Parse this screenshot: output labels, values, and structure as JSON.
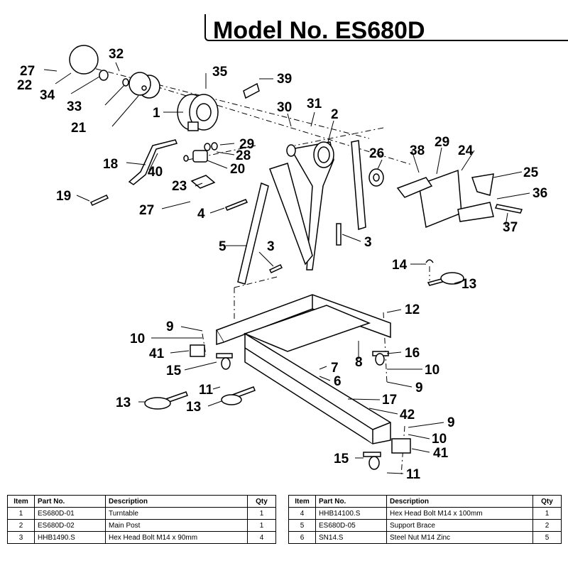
{
  "header": {
    "title": "Model No. ES680D"
  },
  "callouts": [
    {
      "label": "27"
    },
    {
      "label": "22"
    },
    {
      "label": "34"
    },
    {
      "label": "32"
    },
    {
      "label": "33"
    },
    {
      "label": "21"
    },
    {
      "label": "1"
    },
    {
      "label": "35"
    },
    {
      "label": "39"
    },
    {
      "label": "30"
    },
    {
      "label": "31"
    },
    {
      "label": "2"
    },
    {
      "label": "18"
    },
    {
      "label": "40"
    },
    {
      "label": "29"
    },
    {
      "label": "28"
    },
    {
      "label": "20"
    },
    {
      "label": "26"
    },
    {
      "label": "38"
    },
    {
      "label": "29"
    },
    {
      "label": "24"
    },
    {
      "label": "25"
    },
    {
      "label": "36"
    },
    {
      "label": "37"
    },
    {
      "label": "19"
    },
    {
      "label": "23"
    },
    {
      "label": "27"
    },
    {
      "label": "4"
    },
    {
      "label": "3"
    },
    {
      "label": "5"
    },
    {
      "label": "3"
    },
    {
      "label": "14"
    },
    {
      "label": "13"
    },
    {
      "label": "12"
    },
    {
      "label": "9"
    },
    {
      "label": "10"
    },
    {
      "label": "41"
    },
    {
      "label": "15"
    },
    {
      "label": "16"
    },
    {
      "label": "7"
    },
    {
      "label": "8"
    },
    {
      "label": "10"
    },
    {
      "label": "6"
    },
    {
      "label": "9"
    },
    {
      "label": "11"
    },
    {
      "label": "13"
    },
    {
      "label": "13"
    },
    {
      "label": "17"
    },
    {
      "label": "42"
    },
    {
      "label": "9"
    },
    {
      "label": "10"
    },
    {
      "label": "15"
    },
    {
      "label": "41"
    },
    {
      "label": "11"
    }
  ],
  "parts_table": {
    "headers": {
      "item": "Item",
      "part_no": "Part No.",
      "description": "Description",
      "qty": "Qty"
    },
    "left_rows": [
      {
        "item": "1",
        "part_no": "ES680D-01",
        "description": "Turntable",
        "qty": "1"
      },
      {
        "item": "2",
        "part_no": "ES680D-02",
        "description": "Main Post",
        "qty": "1"
      },
      {
        "item": "3",
        "part_no": "HHB1490.S",
        "description": "Hex Head Bolt M14 x 90mm",
        "qty": "4"
      }
    ],
    "right_rows": [
      {
        "item": "4",
        "part_no": "HHB14100.S",
        "description": "Hex Head Bolt M14 x 100mm",
        "qty": "1"
      },
      {
        "item": "5",
        "part_no": "ES680D-05",
        "description": "Support Brace",
        "qty": "2"
      },
      {
        "item": "6",
        "part_no": "SN14.S",
        "description": "Steel Nut M14 Zinc",
        "qty": "5"
      }
    ]
  }
}
